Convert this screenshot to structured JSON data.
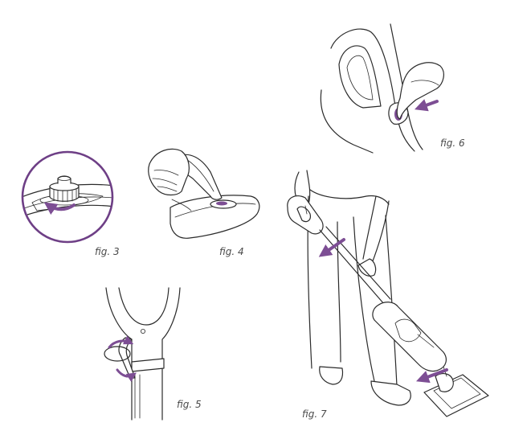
{
  "figures": {
    "fig3": {
      "caption": "fig. 3"
    },
    "fig4": {
      "caption": "fig. 4"
    },
    "fig5": {
      "caption": "fig. 5"
    },
    "fig6": {
      "caption": "fig. 6"
    },
    "fig7": {
      "caption": "fig. 7"
    }
  },
  "colors": {
    "accent": "#7d4e94",
    "circle": "#6e3f86",
    "line": "#2b2b2b",
    "caption": "#4a4a4a"
  }
}
